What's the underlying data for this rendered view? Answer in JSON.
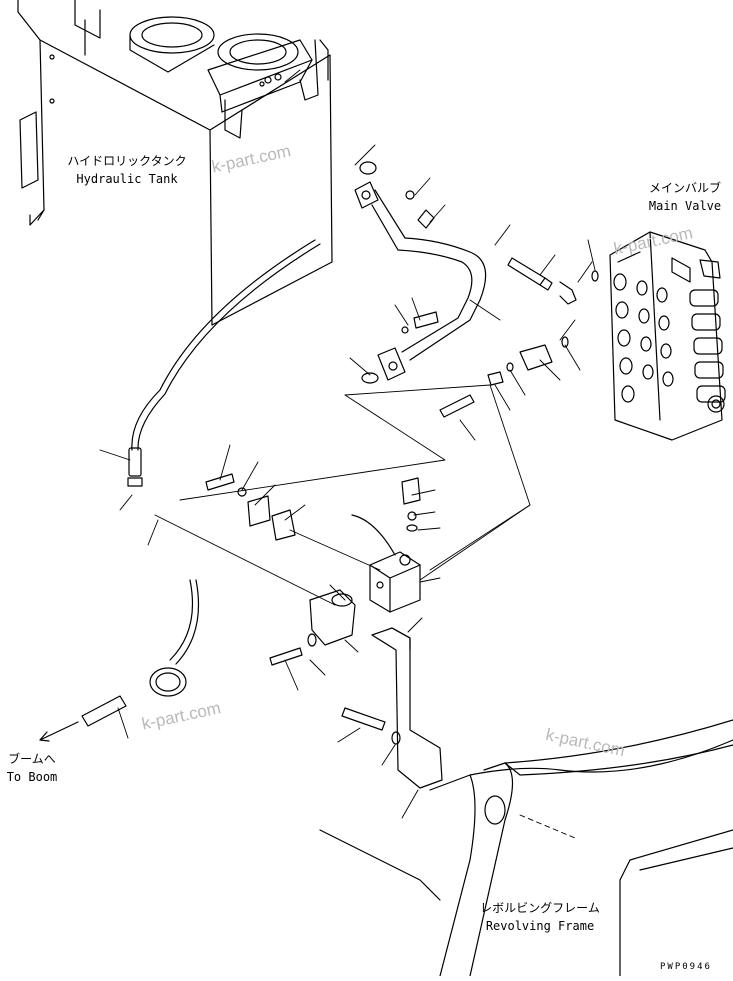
{
  "labels": {
    "tank_jp": "ハイドロリックタンク",
    "tank_en": "Hydraulic Tank",
    "valve_jp": "メインバルブ",
    "valve_en": "Main Valve",
    "boom_jp": "ブームへ",
    "boom_en": "To Boom",
    "frame_jp": "レボルビングフレーム",
    "frame_en": "Revolving Frame"
  },
  "watermarks": [
    "k-part.com",
    "k-part.com",
    "k-part.com",
    "k-part.com"
  ],
  "drawing_code": "PWP0946"
}
